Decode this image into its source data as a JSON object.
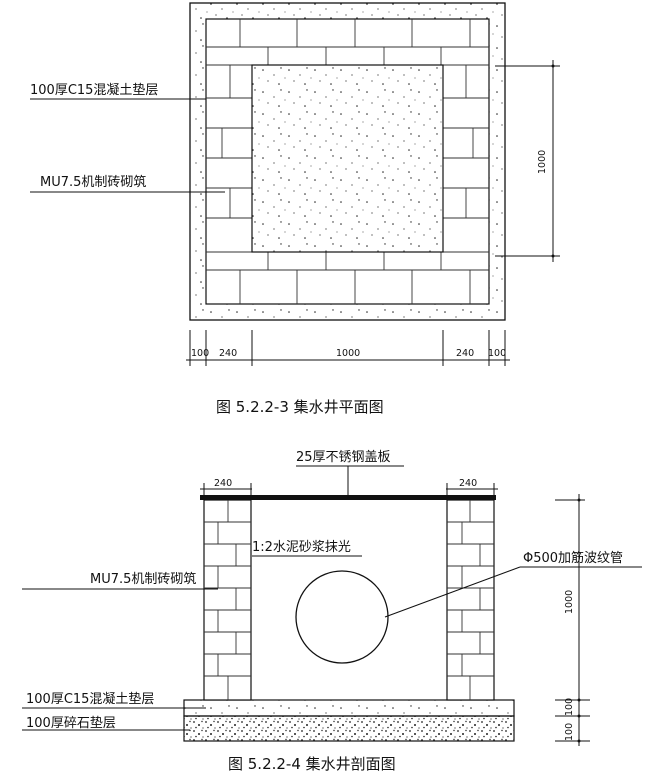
{
  "plan": {
    "label_concrete": "100厚C15混凝土垫层",
    "label_brick": "MU7.5机制砖砌筑",
    "dim_right": "1000",
    "dims_bottom": [
      "100",
      "240",
      "1000",
      "240",
      "100"
    ],
    "caption": "图 5.2.2-3  集水井平面图"
  },
  "section": {
    "label_cover": "25厚不锈钢盖板",
    "dim_left_wall": "240",
    "dim_right_wall": "240",
    "label_plaster": "1:2水泥砂浆抹光",
    "label_pipe": "Φ500加筋波纹管",
    "label_brick": "MU7.5机制砖砌筑",
    "label_concrete": "100厚C15混凝土垫层",
    "label_gravel": "100厚碎石垫层",
    "dim_right_top": "1000",
    "dim_right_mid": "100",
    "dim_right_bottom": "100",
    "caption": "图 5.2.2-4  集水井剖面图"
  }
}
